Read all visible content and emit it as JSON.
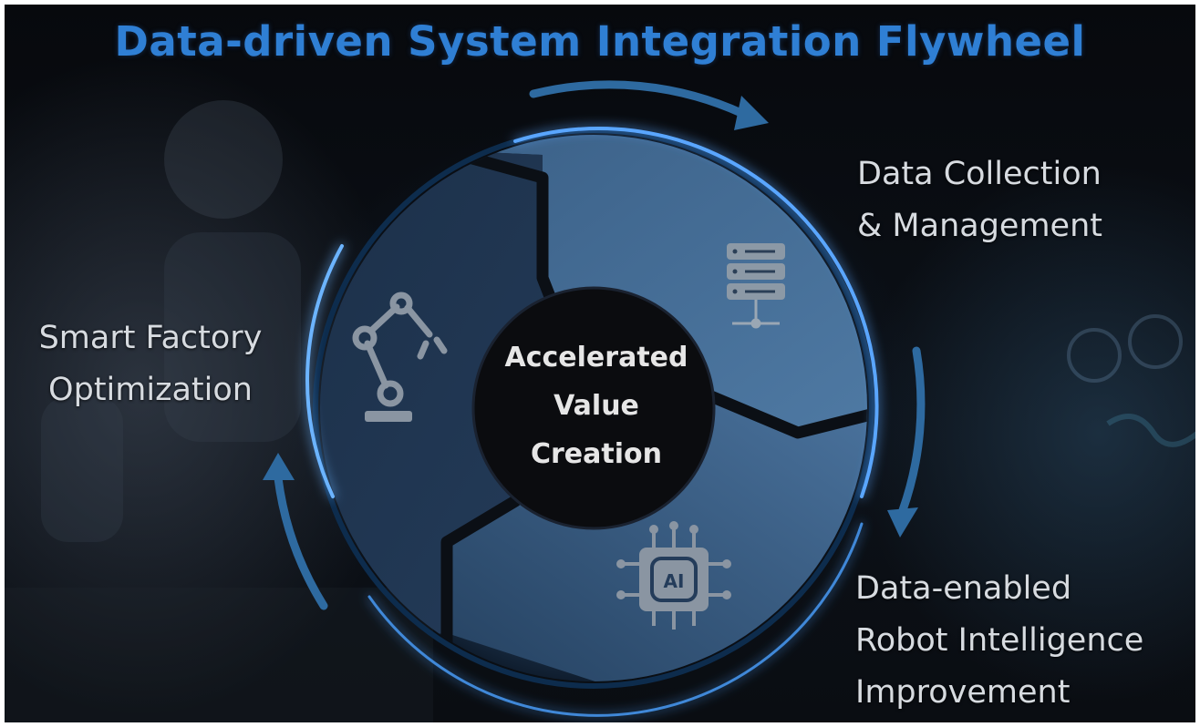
{
  "title": "Data-driven System Integration Flywheel",
  "center": [
    "Accelerated",
    "Value",
    "Creation"
  ],
  "stages": {
    "data_collection": [
      "Data Collection",
      "& Management"
    ],
    "robot_intelligence": [
      "Data-enabled",
      "Robot Intelligence",
      "Improvement"
    ],
    "smart_factory": [
      "Smart Factory",
      "Optimization"
    ]
  },
  "icons": {
    "data_collection": "server-icon",
    "robot_intelligence": "ai-chip-icon",
    "smart_factory": "robot-arm-icon"
  },
  "colors": {
    "title": "#2f7fd4",
    "ring_glow": "#5aa6ff",
    "arrow": "#2e6aa0"
  }
}
